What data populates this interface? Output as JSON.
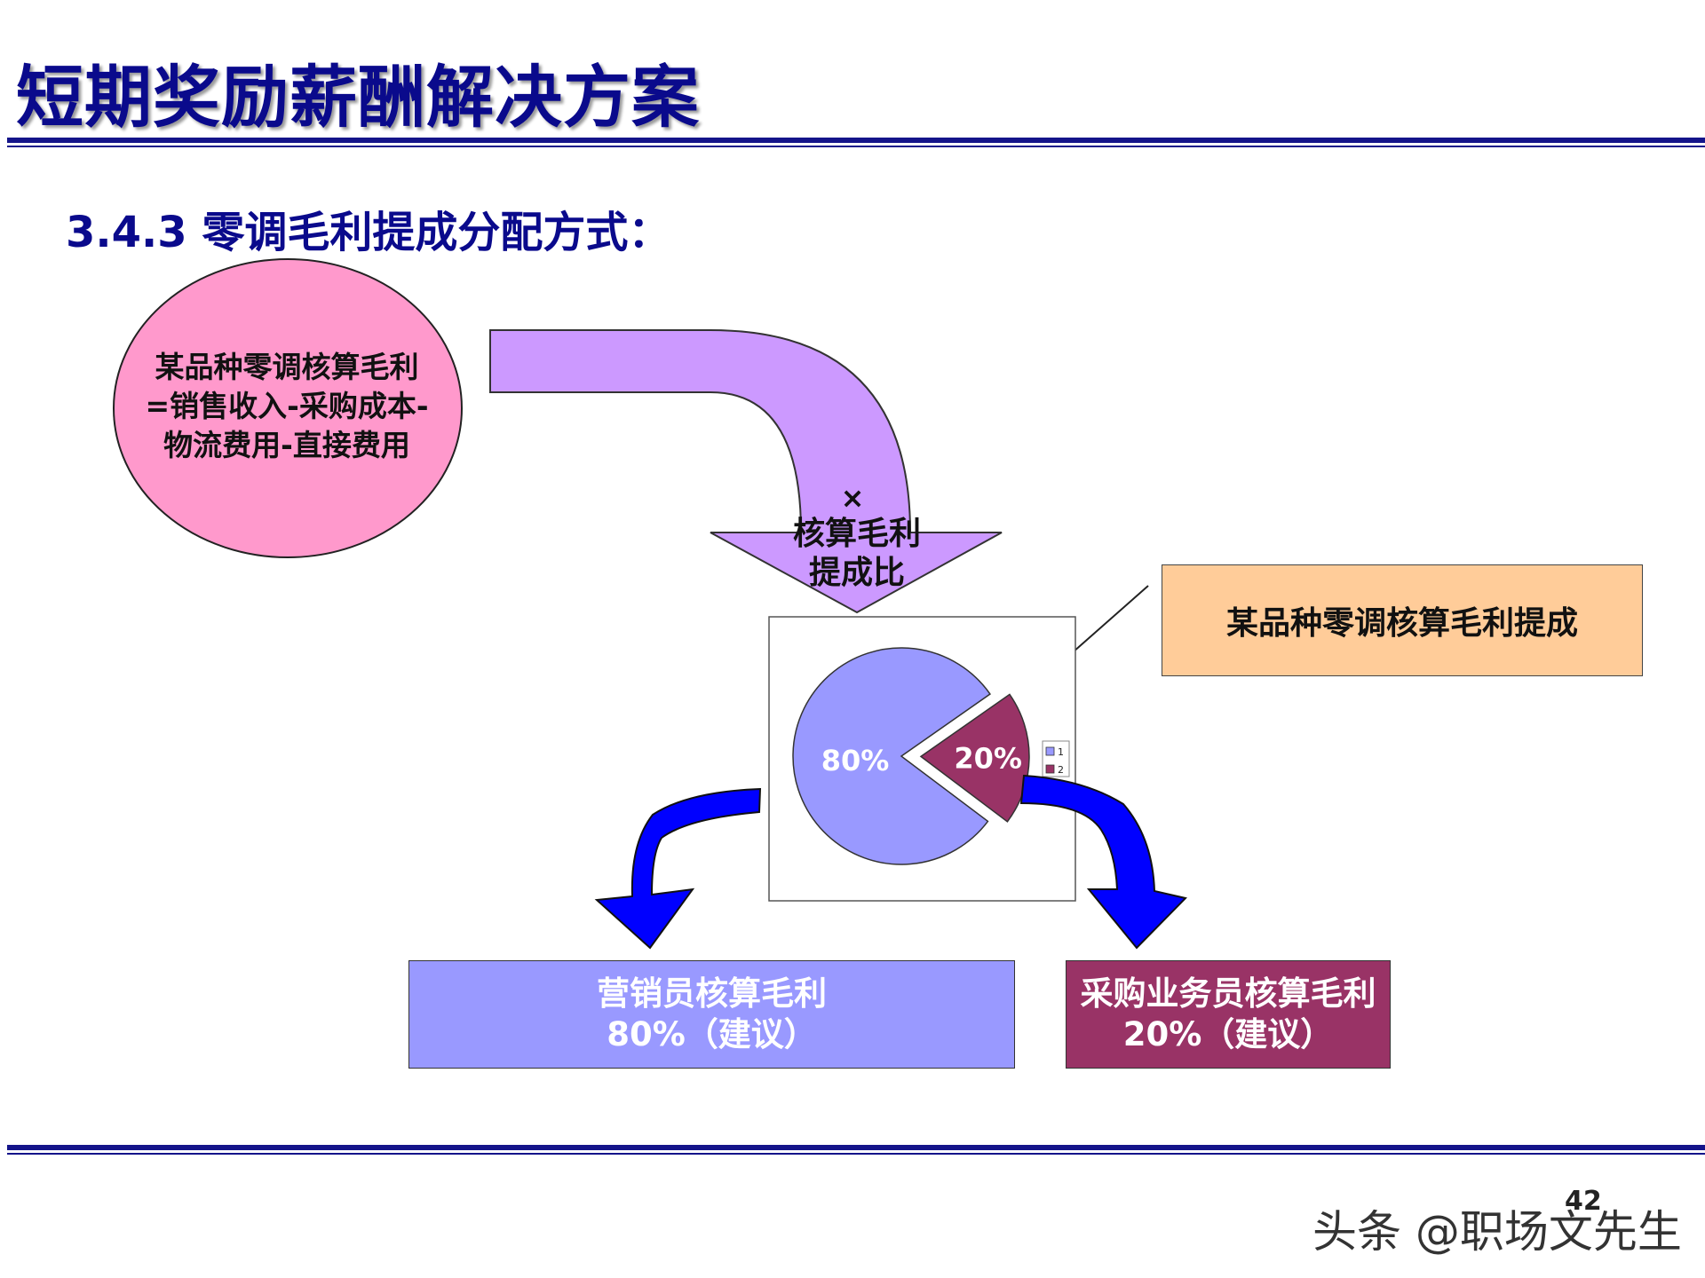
{
  "header": {
    "title": "短期奖励薪酬解决方案",
    "subtitle": "3.4.3  零调毛利提成分配方式："
  },
  "diagram": {
    "ellipse_lines": [
      "某品种零调核算毛利",
      "=销售收入-采购成本-",
      "物流费用-直接费用"
    ],
    "arrow_multiply": "×",
    "arrow_label_lines": [
      "核算毛利",
      "提成比"
    ],
    "callout_box": "某品种零调核算毛利提成",
    "sales_box": {
      "line1": "营销员核算毛利",
      "line2": "80%（建议）"
    },
    "purchase_box": {
      "line1": "采购业务员核算毛利",
      "line2": "20%（建议）"
    }
  },
  "chart_data": {
    "type": "pie",
    "categories": [
      "1",
      "2"
    ],
    "values": [
      80,
      20
    ],
    "data_labels": [
      "80%",
      "20%"
    ],
    "legend_labels": [
      "1",
      "2"
    ],
    "colors": [
      "#9999ff",
      "#993366"
    ],
    "legend_position": "right",
    "exploded_slice": "2"
  },
  "footer": {
    "watermark": "头条 @职场文先生",
    "page_number": "42"
  },
  "colors": {
    "title": "#0a0a8c",
    "ellipse": "#ff99cc",
    "curved_arrow": "#cc99ff",
    "down_arrows": "#0000ff",
    "callout": "#ffcc99",
    "sales": "#9999ff",
    "purchase": "#993366"
  }
}
